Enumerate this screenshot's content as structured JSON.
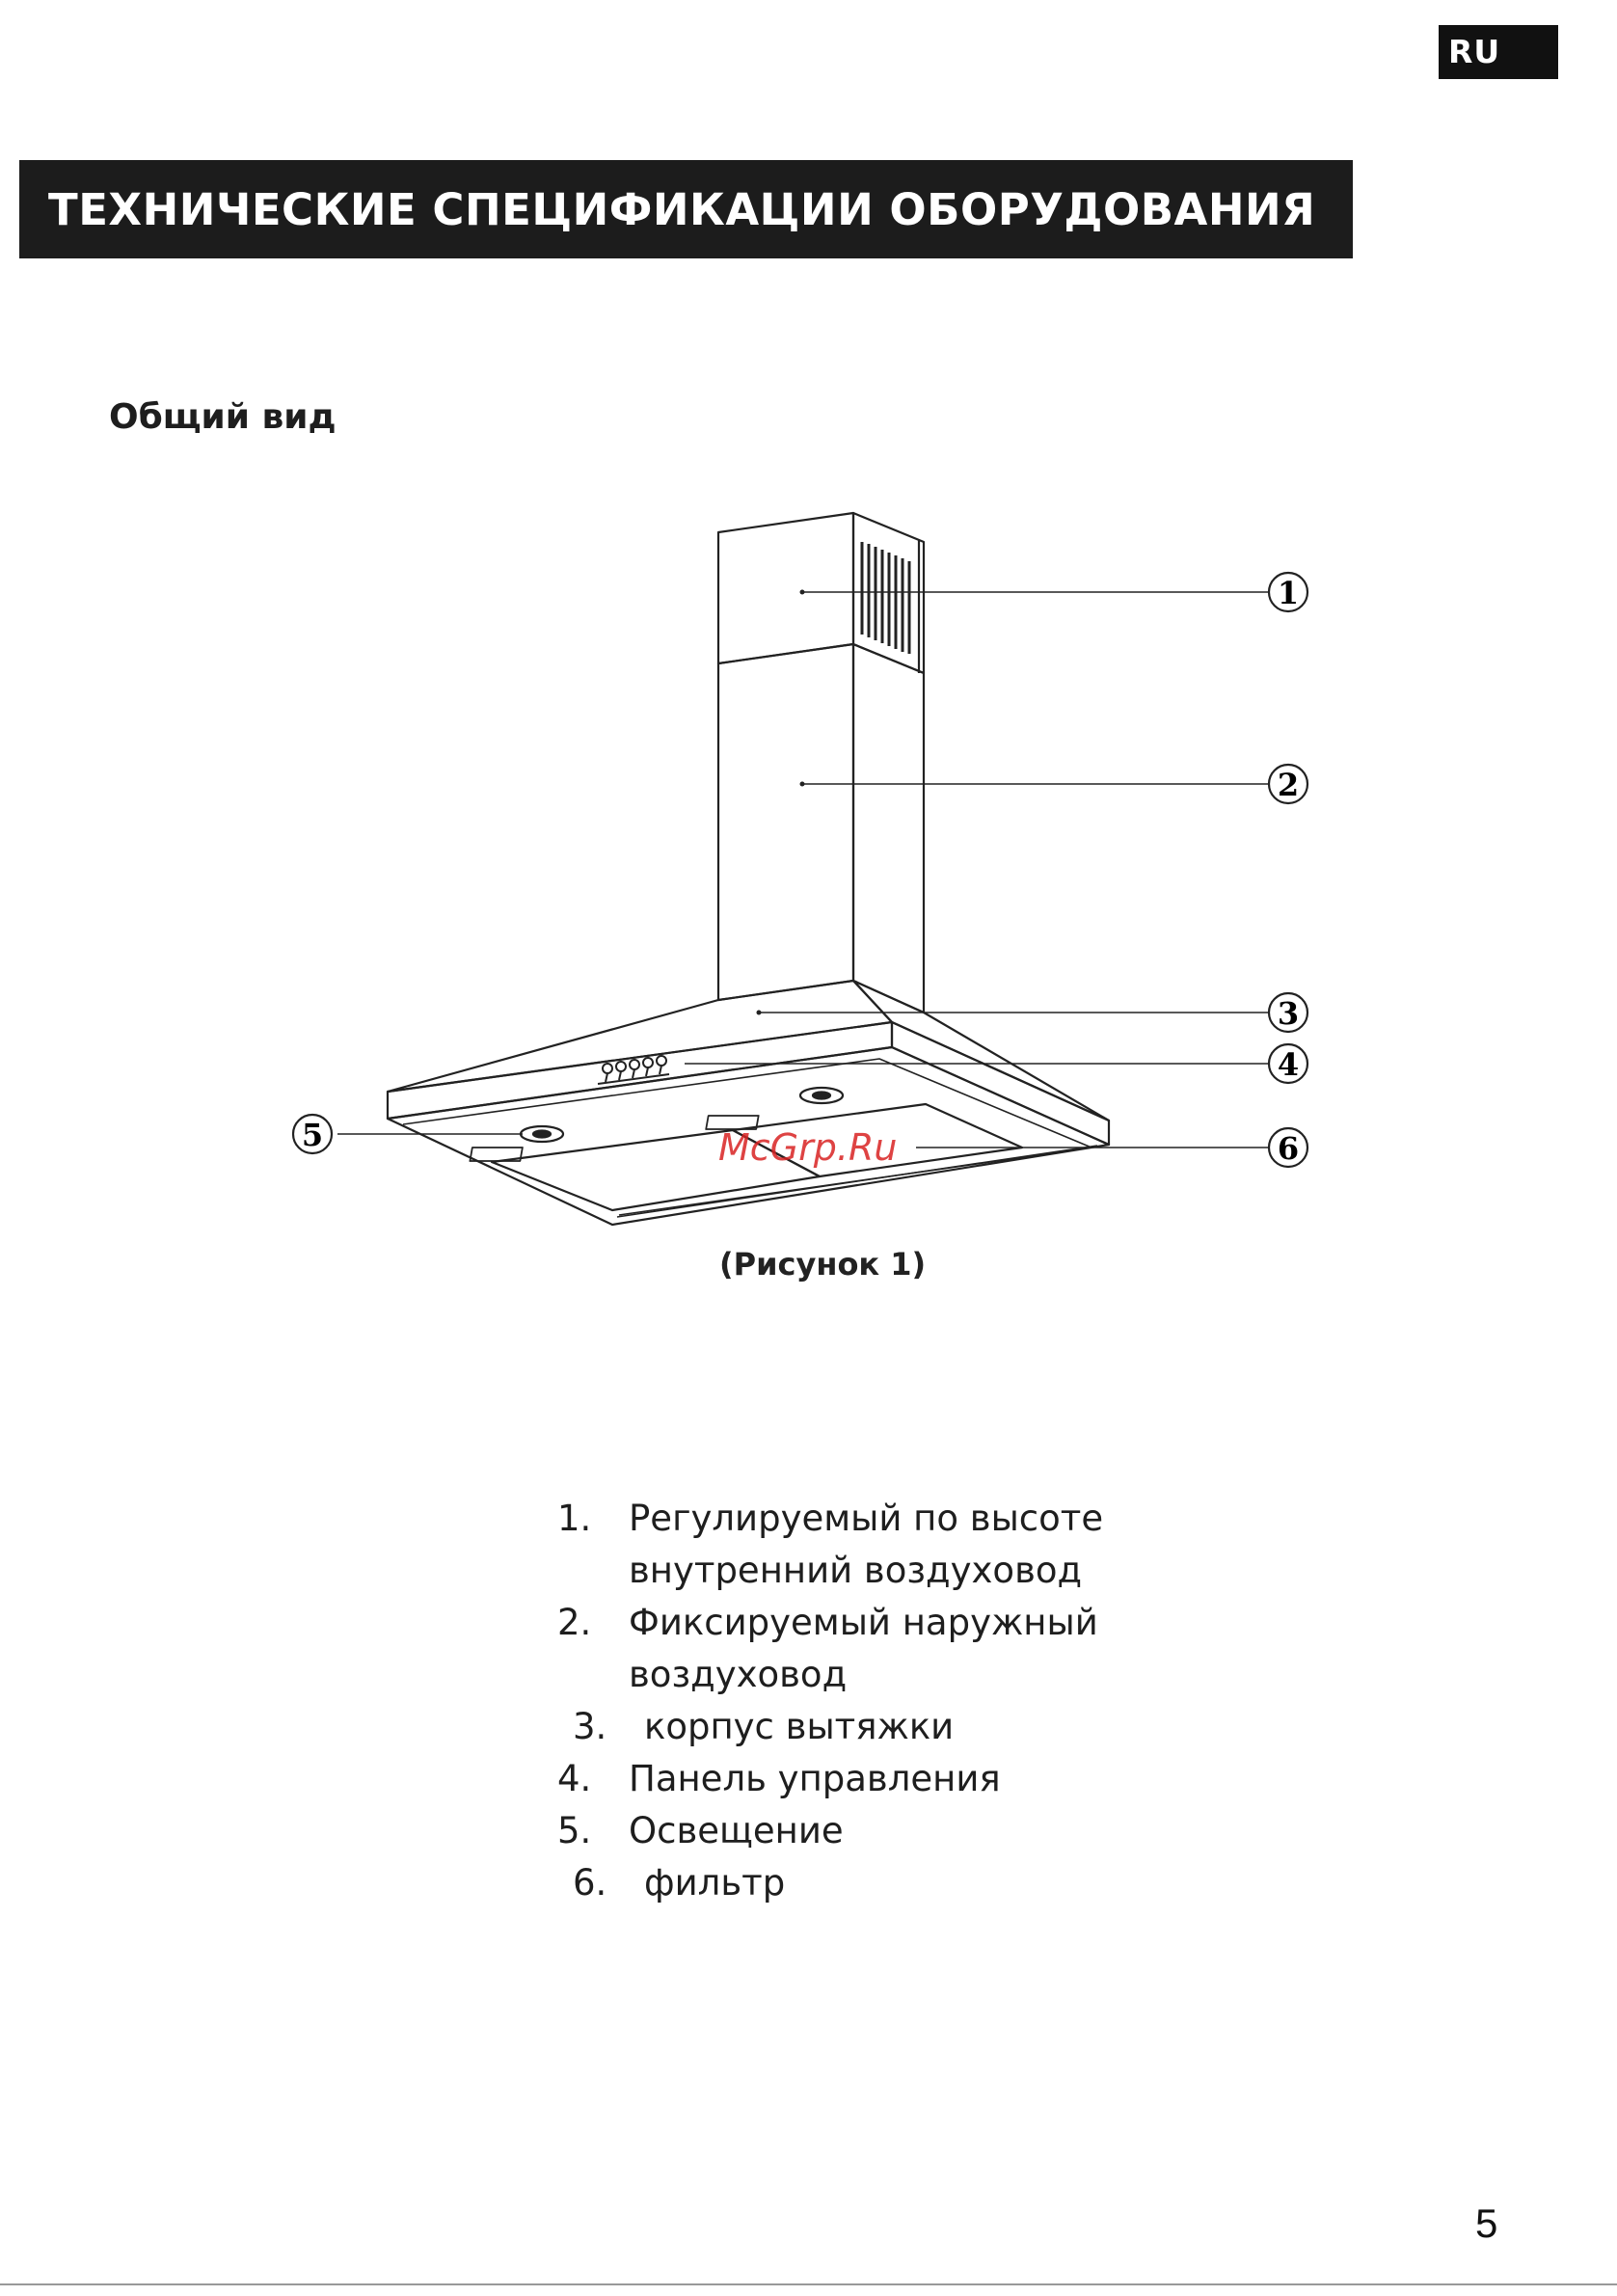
{
  "lang_badge": "RU",
  "title": "ТЕХНИЧЕСКИЕ СПЕЦИФИКАЦИИ ОБОРУДОВАНИЯ",
  "section_heading": "Общий вид",
  "figure": {
    "caption": "(Рисунок 1)",
    "callouts": [
      "1",
      "2",
      "3",
      "4",
      "5",
      "6"
    ],
    "watermark": "McGrp.Ru"
  },
  "parts": [
    {
      "num": "1.",
      "text": "Регулируемый по высоте внутренний воздуховод",
      "lines": [
        "Регулируемый по высоте",
        "внутренний воздуховод"
      ]
    },
    {
      "num": "2.",
      "text": "Фиксируемый наружный воздуховод",
      "lines": [
        "Фиксируемый наружный",
        "воздуховод"
      ]
    },
    {
      "num": "3.",
      "text": "корпус вытяжки",
      "lines": [
        "корпус вытяжки"
      ]
    },
    {
      "num": "4.",
      "text": "Панель управления",
      "lines": [
        "Панель управления"
      ]
    },
    {
      "num": "5.",
      "text": "Освещение",
      "lines": [
        "Освещение"
      ]
    },
    {
      "num": "6.",
      "text": "фильтр",
      "lines": [
        "фильтр"
      ]
    }
  ],
  "page_number": "5"
}
